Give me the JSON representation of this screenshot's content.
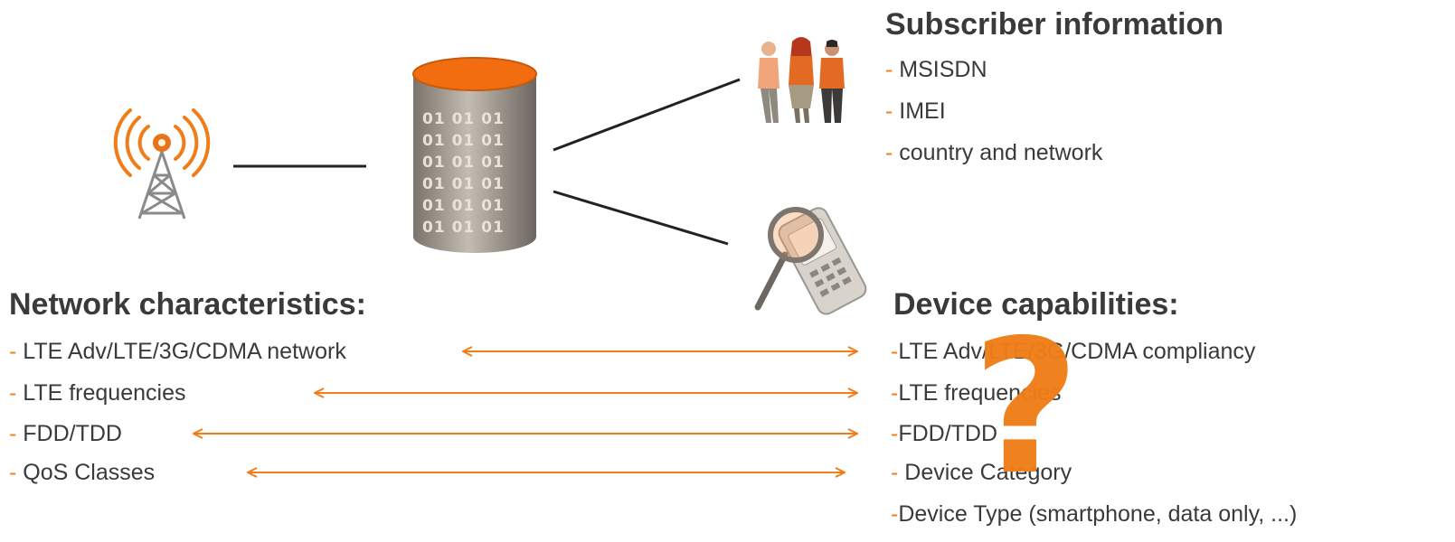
{
  "colors": {
    "accent": "#f07d18",
    "text": "#3a3a3a",
    "line": "#222222"
  },
  "database": {
    "bits": "01 01 01"
  },
  "subscriber": {
    "title": "Subscriber information",
    "items": [
      {
        "dash": "- ",
        "text": "MSISDN"
      },
      {
        "dash": "- ",
        "text": "IMEI"
      },
      {
        "dash": "- ",
        "text": "country and network"
      }
    ]
  },
  "network": {
    "title": "Network characteristics:",
    "items": [
      {
        "dash": "- ",
        "text": "LTE Adv/LTE/3G/CDMA network"
      },
      {
        "dash": "- ",
        "text": "LTE frequencies"
      },
      {
        "dash": "- ",
        "text": "FDD/TDD"
      },
      {
        "dash": "- ",
        "text": "QoS Classes"
      }
    ]
  },
  "device": {
    "title": "Device capabilities:",
    "items": [
      {
        "dash": "-",
        "text": "LTE Adv/LTE/3G/CDMA compliancy"
      },
      {
        "dash": "-",
        "text": "LTE frequencies"
      },
      {
        "dash": "-",
        "text": "FDD/TDD"
      },
      {
        "dash": "- ",
        "text": "Device Category"
      },
      {
        "dash": "-",
        "text": "Device Type (smartphone, data only, ...)"
      }
    ]
  },
  "question_mark": "?"
}
